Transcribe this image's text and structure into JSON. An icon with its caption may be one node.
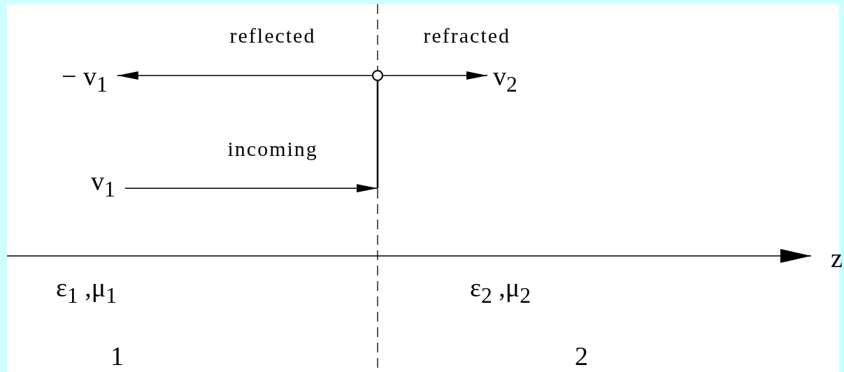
{
  "diagram": {
    "nodes": [
      {
        "text": [
          "v$_{1}$"
        ]
      },
      {
        "text": [
          "− v$_{1}$"
        ]
      },
      {
        "text": [
          "v$_{2}$"
        ]
      },
      {
        "text": [],
        "shape": "circle"
      }
    ],
    "edges": [
      {
        "from": 3,
        "to": 1,
        "arrow": "to",
        "label": "reflected"
      },
      {
        "from": 3,
        "to": 2,
        "arrow": "to",
        "label": "refracted"
      },
      {
        "from": 0,
        "to": null,
        "arrow": "to",
        "label": "incoming"
      }
    ],
    "labels": [
      "z",
      "ε$_{1}$ ,μ$_{1}$",
      "ε$_{2}$ ,μ$_{2}$",
      "1",
      "2"
    ]
  }
}
